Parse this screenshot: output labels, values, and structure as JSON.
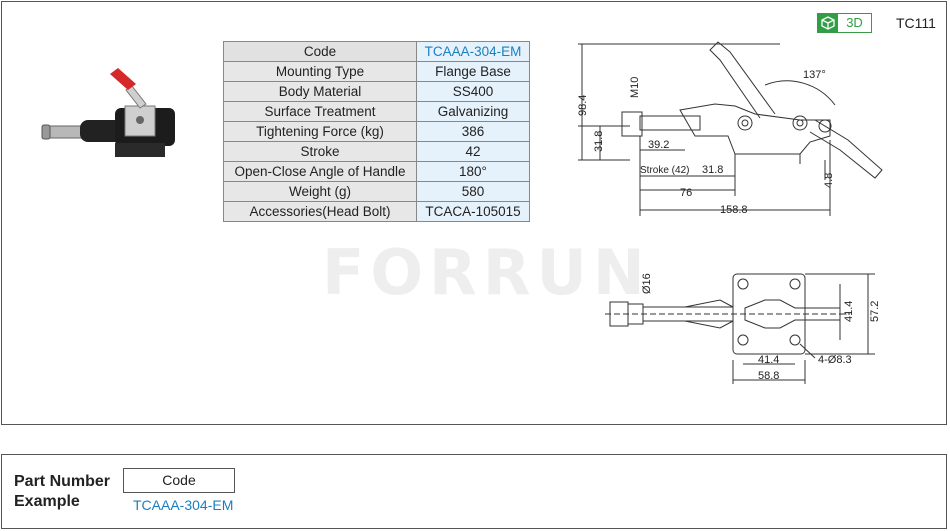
{
  "header": {
    "badge_3d": "3D",
    "model_code": "TC111"
  },
  "spec_table": [
    {
      "key": "Code",
      "value": "TCAAA-304-EM"
    },
    {
      "key": "Mounting Type",
      "value": "Flange Base"
    },
    {
      "key": "Body Material",
      "value": "SS400"
    },
    {
      "key": "Surface Treatment",
      "value": "Galvanizing"
    },
    {
      "key": "Tightening Force (kg)",
      "value": "386"
    },
    {
      "key": "Stroke",
      "value": "42"
    },
    {
      "key": "Open-Close  Angle of Handle",
      "value": "180°"
    },
    {
      "key": "Weight (g)",
      "value": "580"
    },
    {
      "key": "Accessories(Head Bolt)",
      "value": "TCACA-105015"
    }
  ],
  "watermark": "FORRUN",
  "drawing_side": {
    "angle": "137°",
    "height_total": "98.4",
    "thread": "M10",
    "height_base": "31.8",
    "d_39_2": "39.2",
    "stroke": "Stroke (42)",
    "d_31_8": "31.8",
    "d_76": "76",
    "d_4_8": "4.8",
    "d_158_8": "158.8"
  },
  "drawing_top": {
    "dia16": "Ø16",
    "d_41_4v": "41.4",
    "d_57_2": "57.2",
    "d_41_4h": "41.4",
    "d_58_8": "58.8",
    "holes": "4-Ø8.3"
  },
  "part_number": {
    "label_line1": "Part Number",
    "label_line2": "Example",
    "code_header": "Code",
    "code_value": "TCAAA-304-EM"
  }
}
